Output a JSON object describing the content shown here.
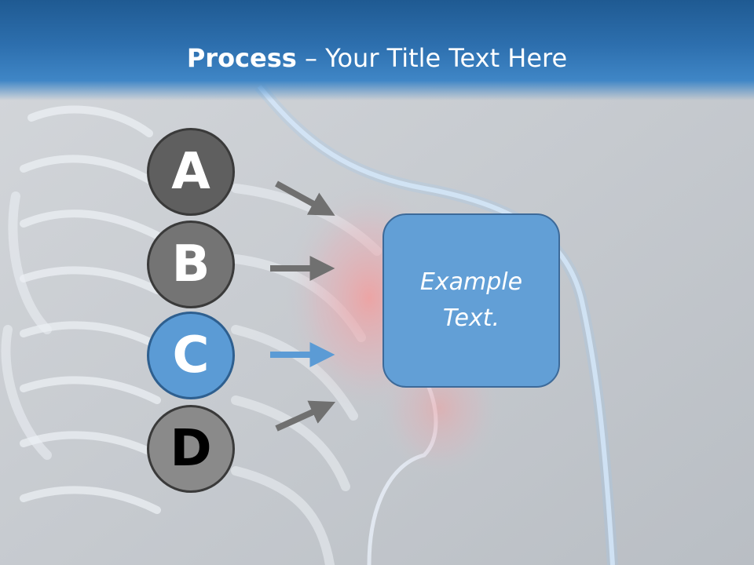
{
  "slide": {
    "title_bold": "Process",
    "title_rest": " – Your Title Text Here"
  },
  "steps": [
    {
      "letter": "A",
      "color": "#5f5f5f",
      "text_color": "#ffffff"
    },
    {
      "letter": "B",
      "color": "#747474",
      "text_color": "#ffffff"
    },
    {
      "letter": "C",
      "color": "#5b9bd5",
      "text_color": "#ffffff"
    },
    {
      "letter": "D",
      "color": "#8a8a8a",
      "text_color": "#000000"
    }
  ],
  "arrows": {
    "gray_color": "#707070",
    "highlight_color": "#5b9bd5"
  },
  "box": {
    "text": "Example Text.",
    "fill": "#629fd6"
  },
  "header": {
    "color": "#2d6fae"
  }
}
